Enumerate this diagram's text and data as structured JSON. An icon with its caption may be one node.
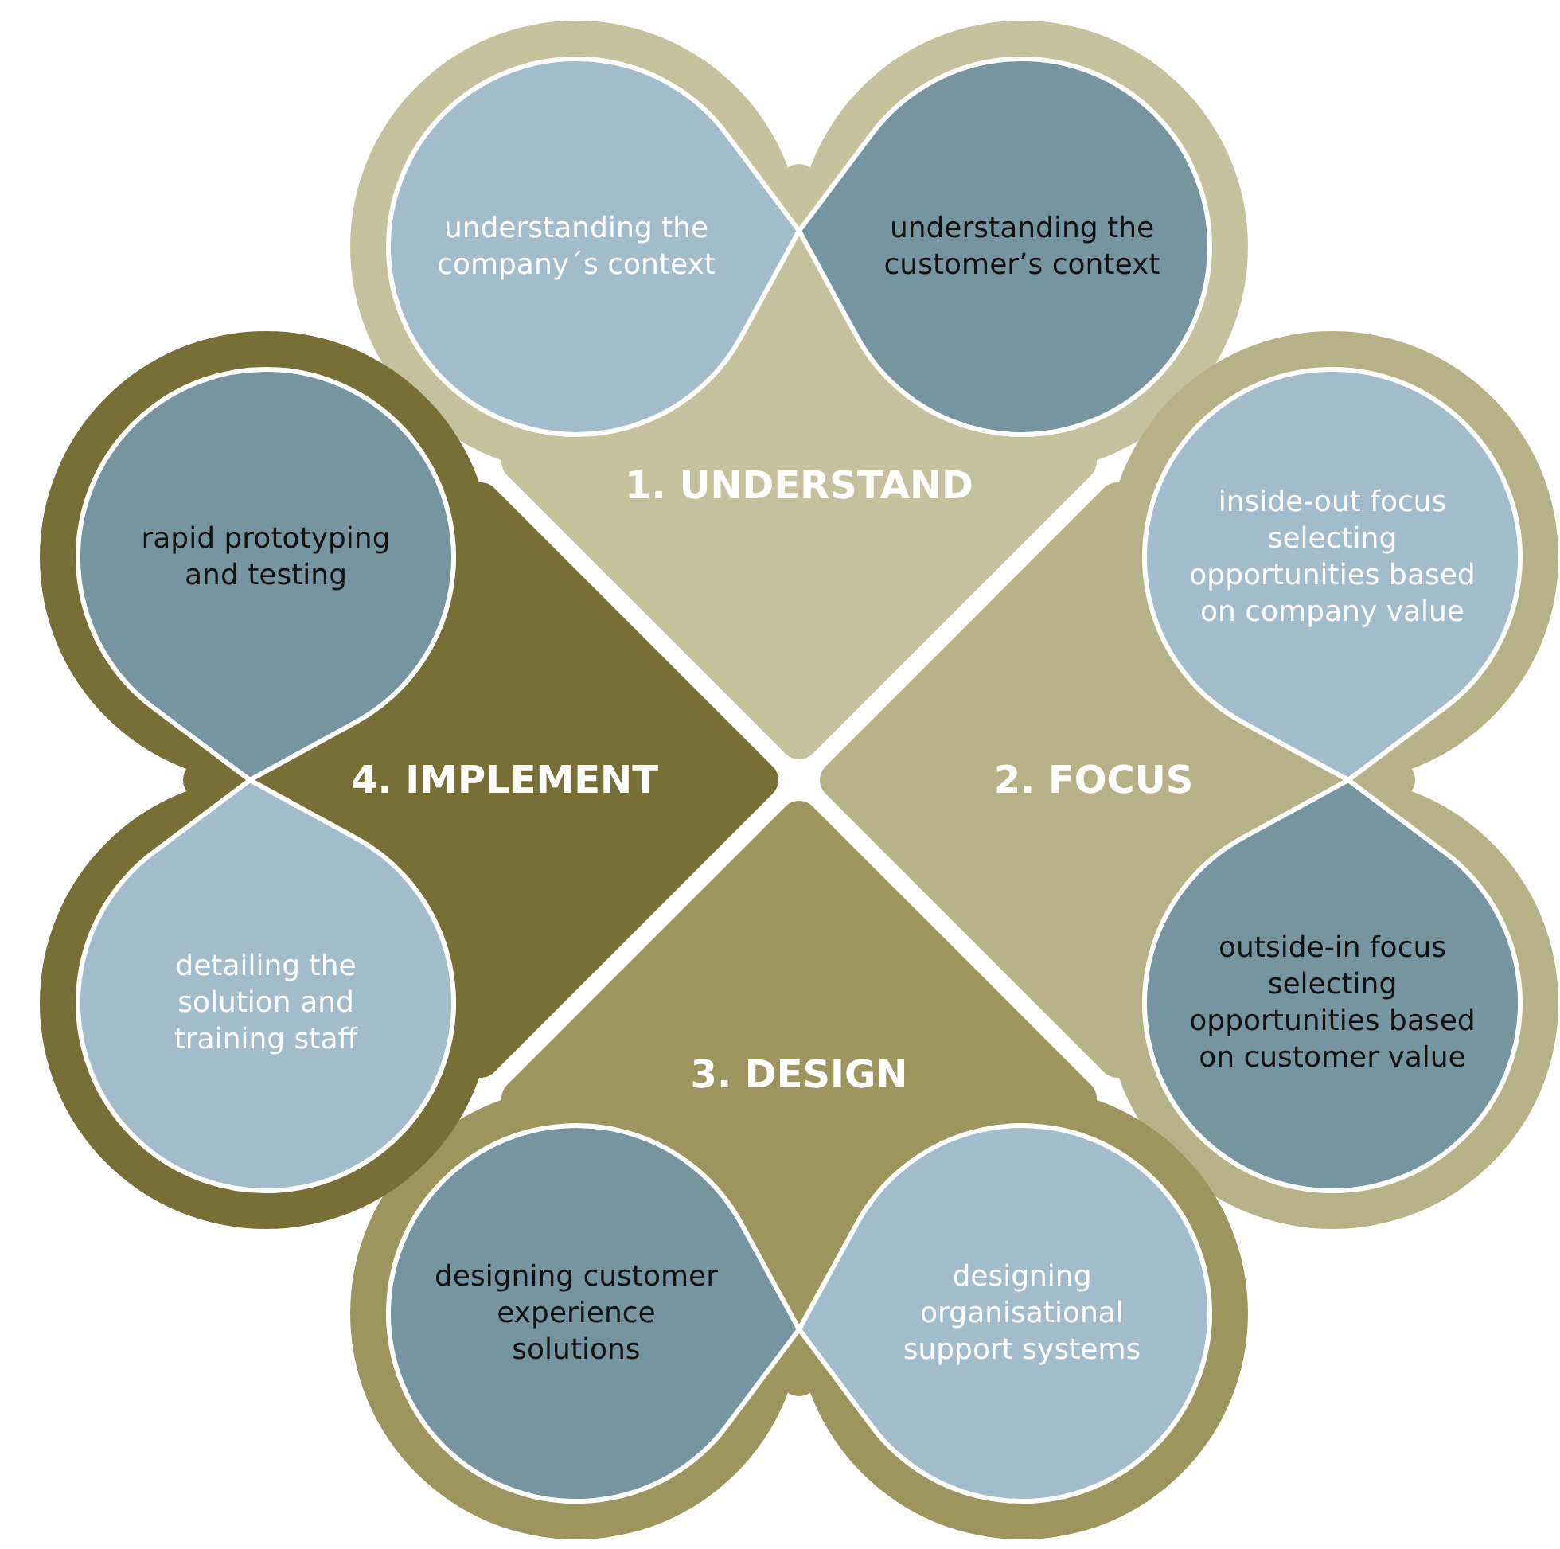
{
  "diagram": {
    "nodes": [
      {
        "text": [
          "1. UNDERSTAND"
        ]
      },
      {
        "text": [
          "understanding the company´s context"
        ],
        "in": 0
      },
      {
        "text": [
          "understanding the customer’s context"
        ],
        "in": 0
      },
      {
        "text": [
          "2. FOCUS"
        ]
      },
      {
        "text": [
          "inside-out focus selecting opportunities based on company value"
        ],
        "in": 3
      },
      {
        "text": [
          "outside-in focus selecting opportunities based on customer value"
        ],
        "in": 3
      },
      {
        "text": [
          "3. DESIGN"
        ]
      },
      {
        "text": [
          "designing customer experience solutions"
        ],
        "in": 6
      },
      {
        "text": [
          "designing organisational support systems"
        ],
        "in": 6
      },
      {
        "text": [
          "4. IMPLEMENT"
        ]
      },
      {
        "text": [
          "rapid prototyping and testing"
        ],
        "in": 9
      },
      {
        "text": [
          "detailing the solution and training staff"
        ],
        "in": 9
      }
    ]
  }
}
